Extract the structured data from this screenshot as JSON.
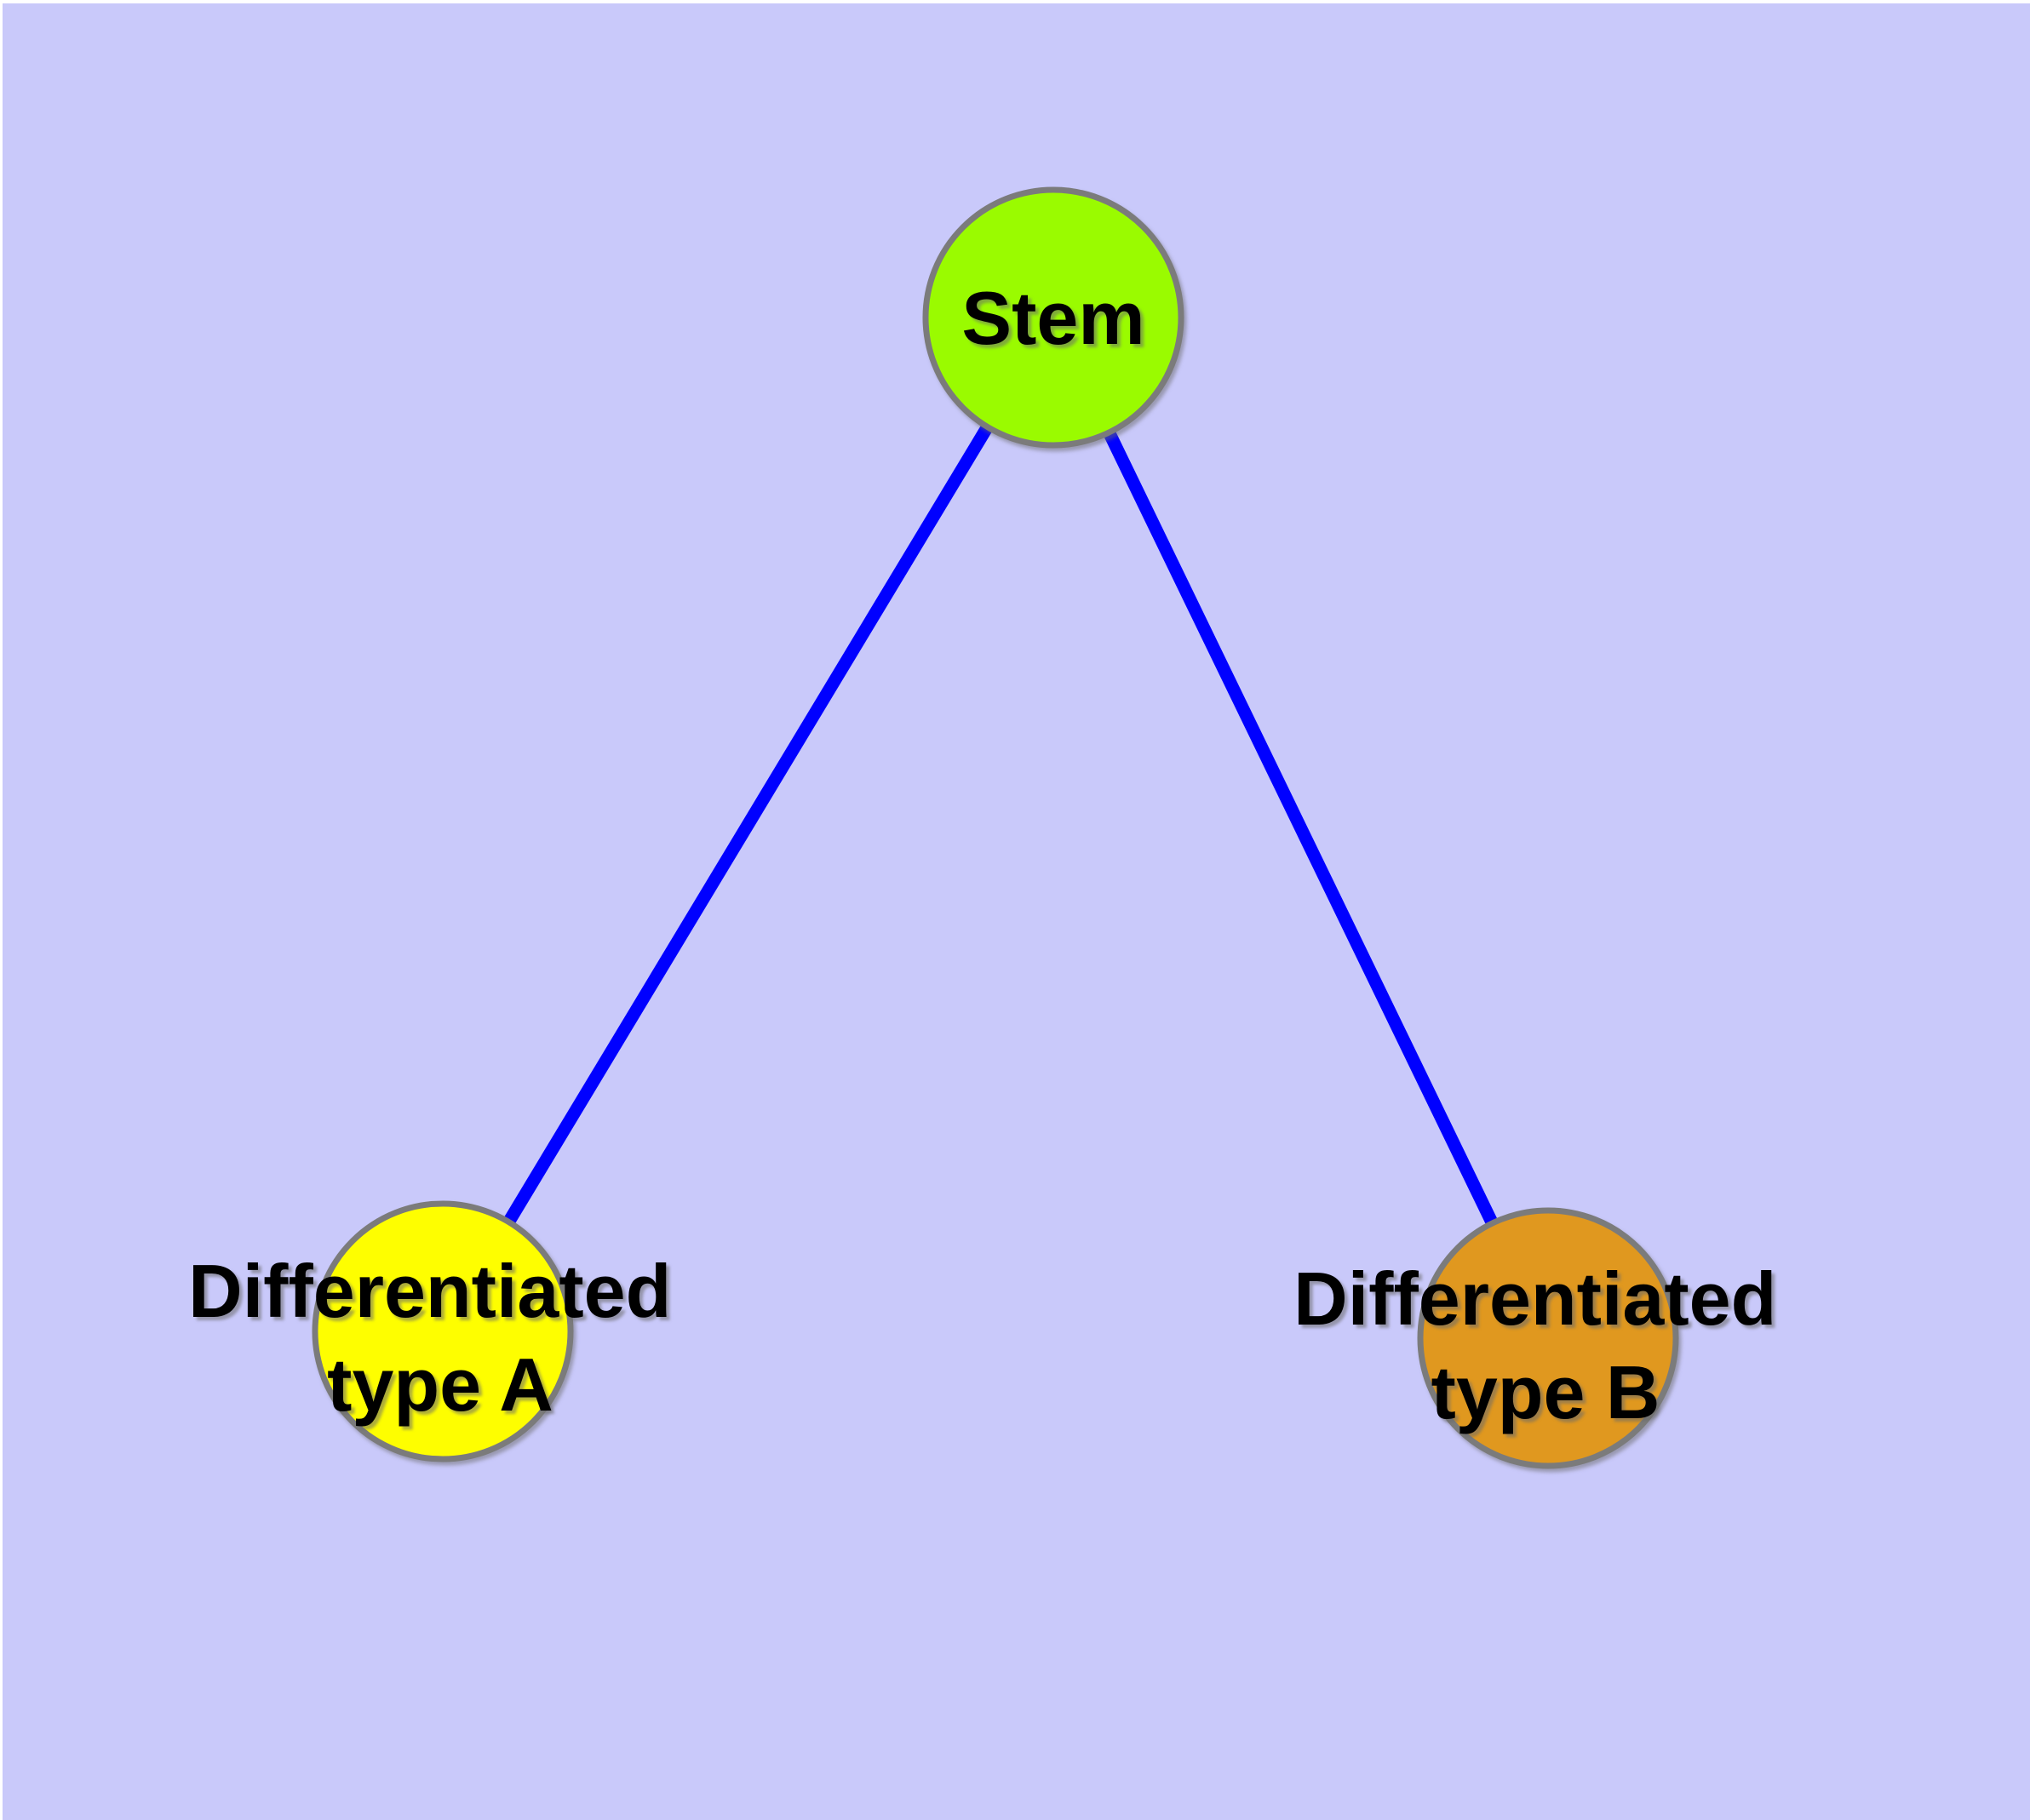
{
  "diagram": {
    "type": "graph",
    "background_color": "#C9C9FA",
    "page_margin_color": "#FFFFFF",
    "edge_color": "#0000FF",
    "node_border_color": "#7B7B7B",
    "label_color": "#000000",
    "nodes": {
      "stem": {
        "label": "Stem",
        "fill": "#9AFB00"
      },
      "type_a": {
        "label_line1": "Differentiated",
        "label_line2": "type A",
        "fill": "#FEFE00"
      },
      "type_b": {
        "label_line1": "Differentiated",
        "label_line2": "type B",
        "fill": "#E0981F"
      }
    },
    "edges": [
      {
        "from": "Stem",
        "to": "Differentiated type A"
      },
      {
        "from": "Stem",
        "to": "Differentiated type B"
      }
    ]
  }
}
